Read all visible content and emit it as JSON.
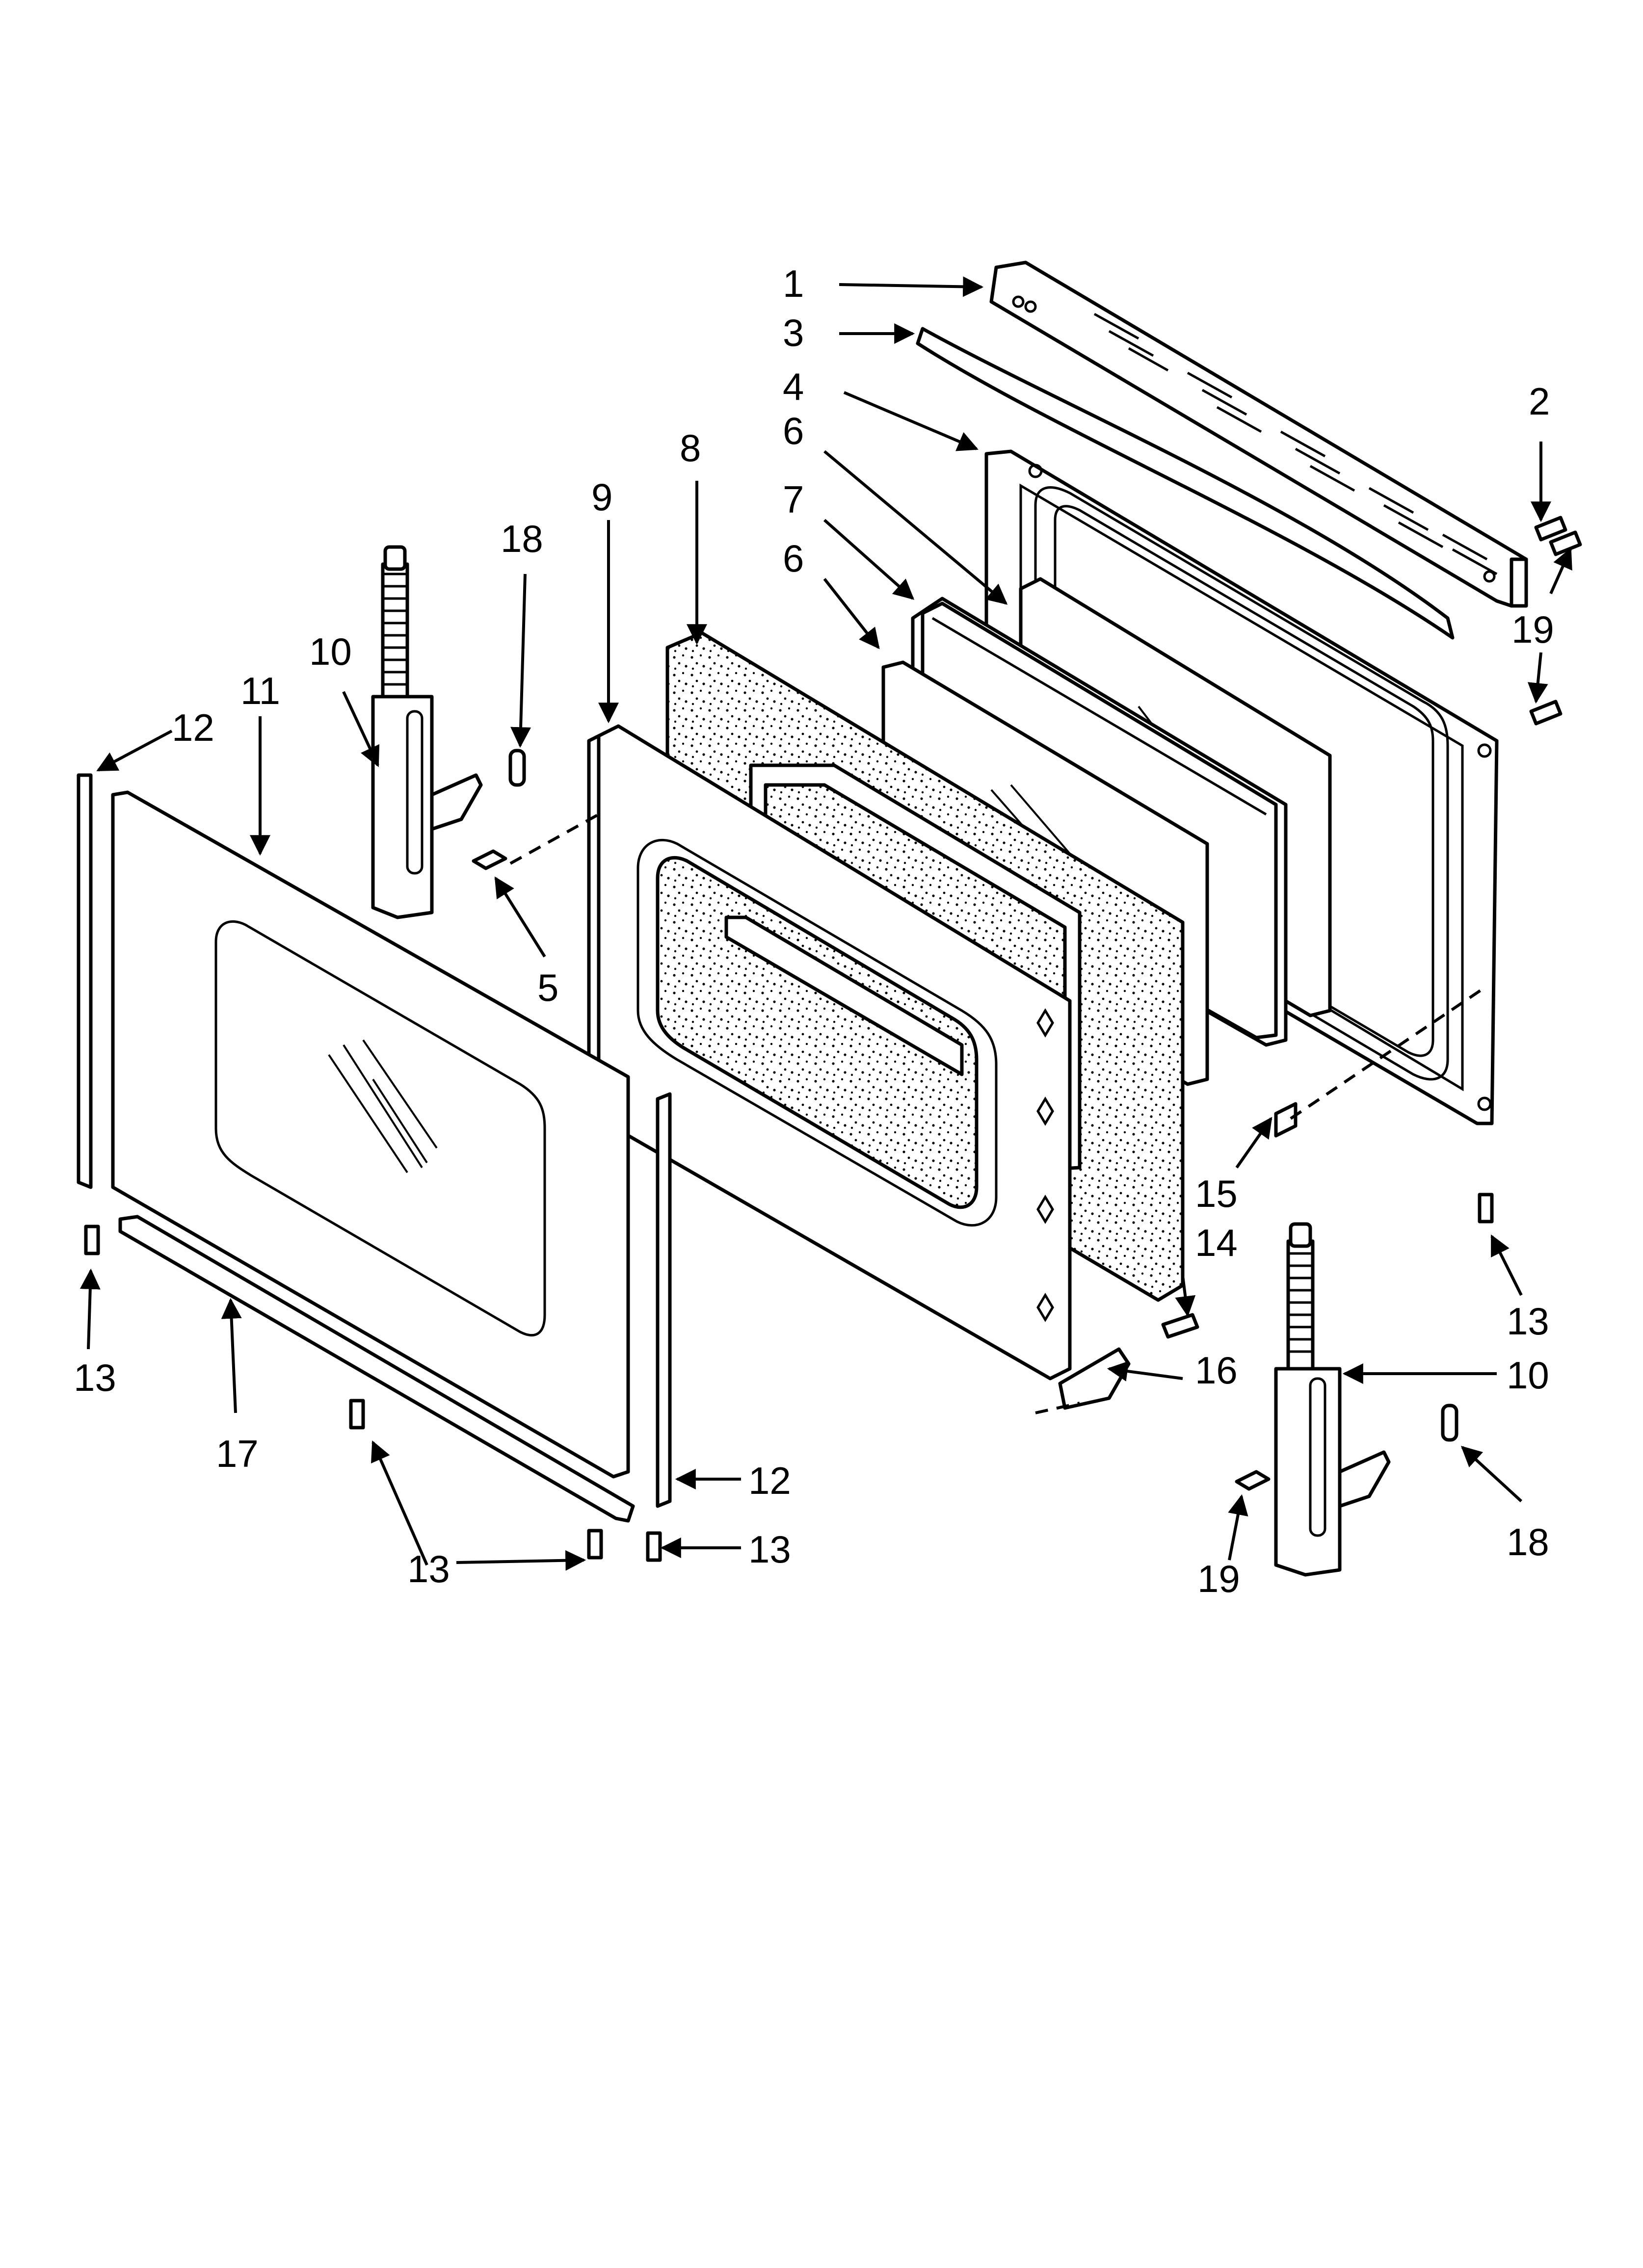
{
  "diagram": {
    "callouts": [
      {
        "id": "c1",
        "text": "1"
      },
      {
        "id": "c3",
        "text": "3"
      },
      {
        "id": "c4",
        "text": "4"
      },
      {
        "id": "c2",
        "text": "2"
      },
      {
        "id": "c6a",
        "text": "6"
      },
      {
        "id": "c8",
        "text": "8"
      },
      {
        "id": "c9",
        "text": "9"
      },
      {
        "id": "c18a",
        "text": "18"
      },
      {
        "id": "c7",
        "text": "7"
      },
      {
        "id": "c6b",
        "text": "6"
      },
      {
        "id": "c19a",
        "text": "19"
      },
      {
        "id": "c10a",
        "text": "10"
      },
      {
        "id": "c11",
        "text": "11"
      },
      {
        "id": "c12a",
        "text": "12"
      },
      {
        "id": "c5",
        "text": "5"
      },
      {
        "id": "c15",
        "text": "15"
      },
      {
        "id": "c13a",
        "text": "13"
      },
      {
        "id": "c14",
        "text": "14"
      },
      {
        "id": "c13b",
        "text": "13"
      },
      {
        "id": "c16",
        "text": "16"
      },
      {
        "id": "c10b",
        "text": "10"
      },
      {
        "id": "c17",
        "text": "17"
      },
      {
        "id": "c12b",
        "text": "12"
      },
      {
        "id": "c13c",
        "text": "13"
      },
      {
        "id": "c13d",
        "text": "13"
      },
      {
        "id": "c18b",
        "text": "18"
      },
      {
        "id": "c19b",
        "text": "19"
      }
    ]
  }
}
